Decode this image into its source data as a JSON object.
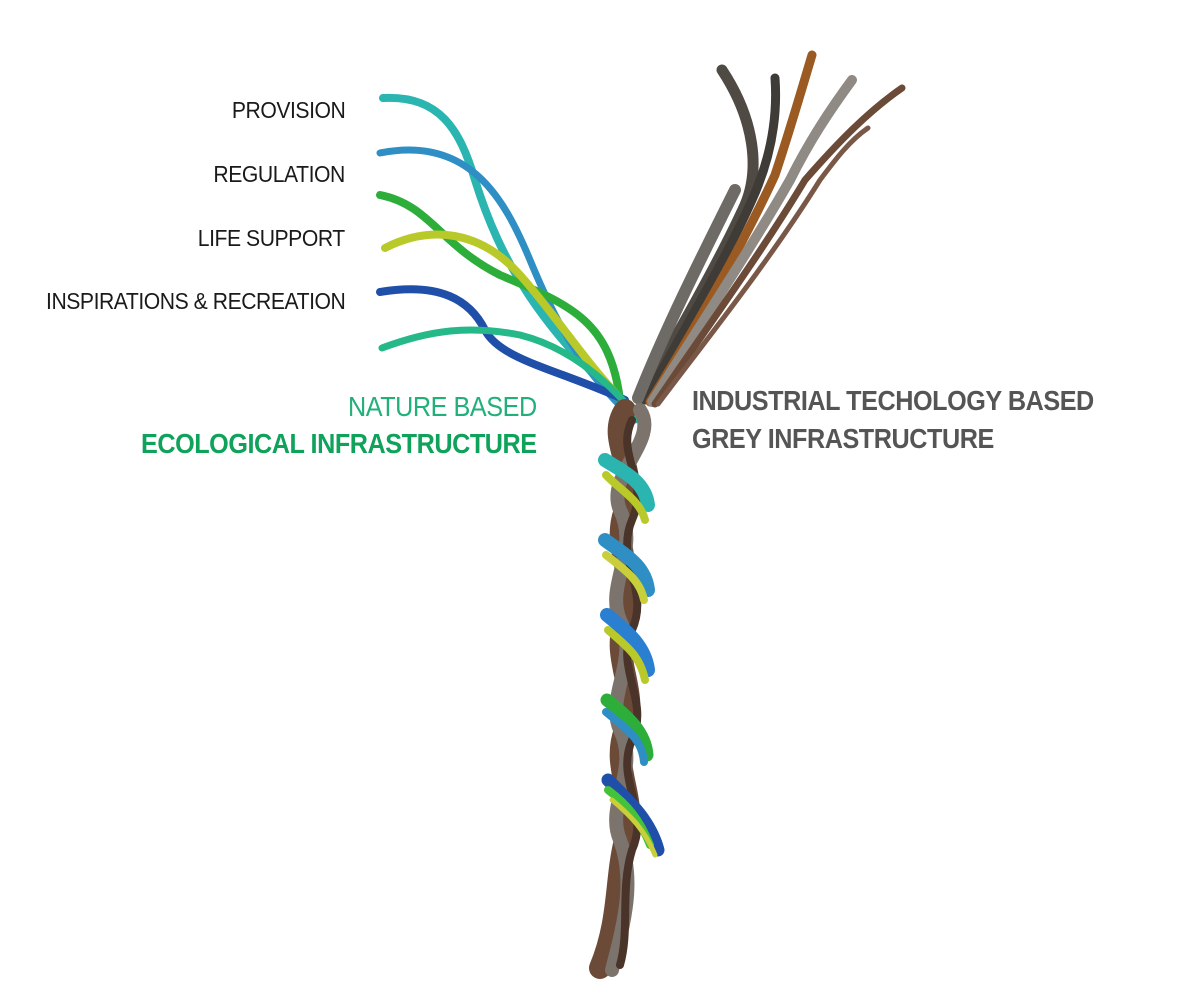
{
  "services": [
    {
      "label": "PROVISION"
    },
    {
      "label": "REGULATION"
    },
    {
      "label": "LIFE SUPPORT"
    },
    {
      "label": "INSPIRATIONS & RECREATION"
    }
  ],
  "nature": {
    "line1": "NATURE BASED",
    "line2": "ECOLOGICAL INFRASTRUCTURE"
  },
  "grey": {
    "line1": "INDUSTRIAL TECHOLOGY BASED",
    "line2": "GREY INFRASTRUCTURE"
  },
  "colors": {
    "nature_light": "#22b07a",
    "nature_bold": "#0fa25a",
    "grey_text": "#555555",
    "strand_teal": "#2ab5b0",
    "strand_blue": "#2f8fc4",
    "strand_green": "#2dae3a",
    "strand_yellow": "#b9c92a",
    "strand_navy": "#1f4fa8",
    "strand_mint": "#25b889",
    "strand_brown": "#6b4a38",
    "strand_grey": "#6e6a66",
    "strand_orange": "#9a5a22"
  }
}
